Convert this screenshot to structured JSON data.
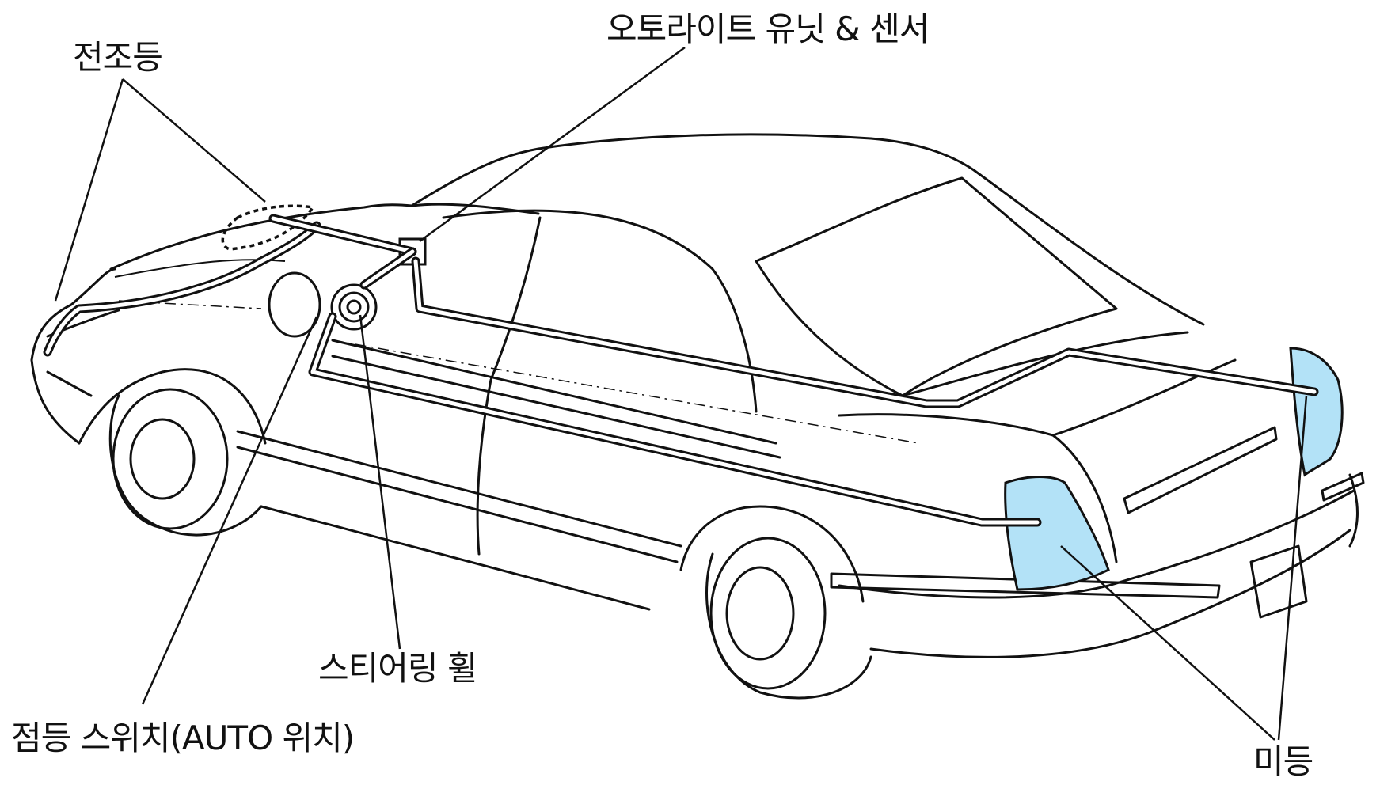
{
  "labels": {
    "headlamp": "전조등",
    "auto_light_unit": "오토라이트  유닛 & 센서",
    "steering_wheel": "스티어링 휠",
    "light_switch": "점등 스위치(AUTO 위치)",
    "tail_lamp": "미등"
  },
  "colors": {
    "tail_lamp_fill": "#b3e2f7",
    "line": "#111111",
    "background": "#ffffff"
  }
}
